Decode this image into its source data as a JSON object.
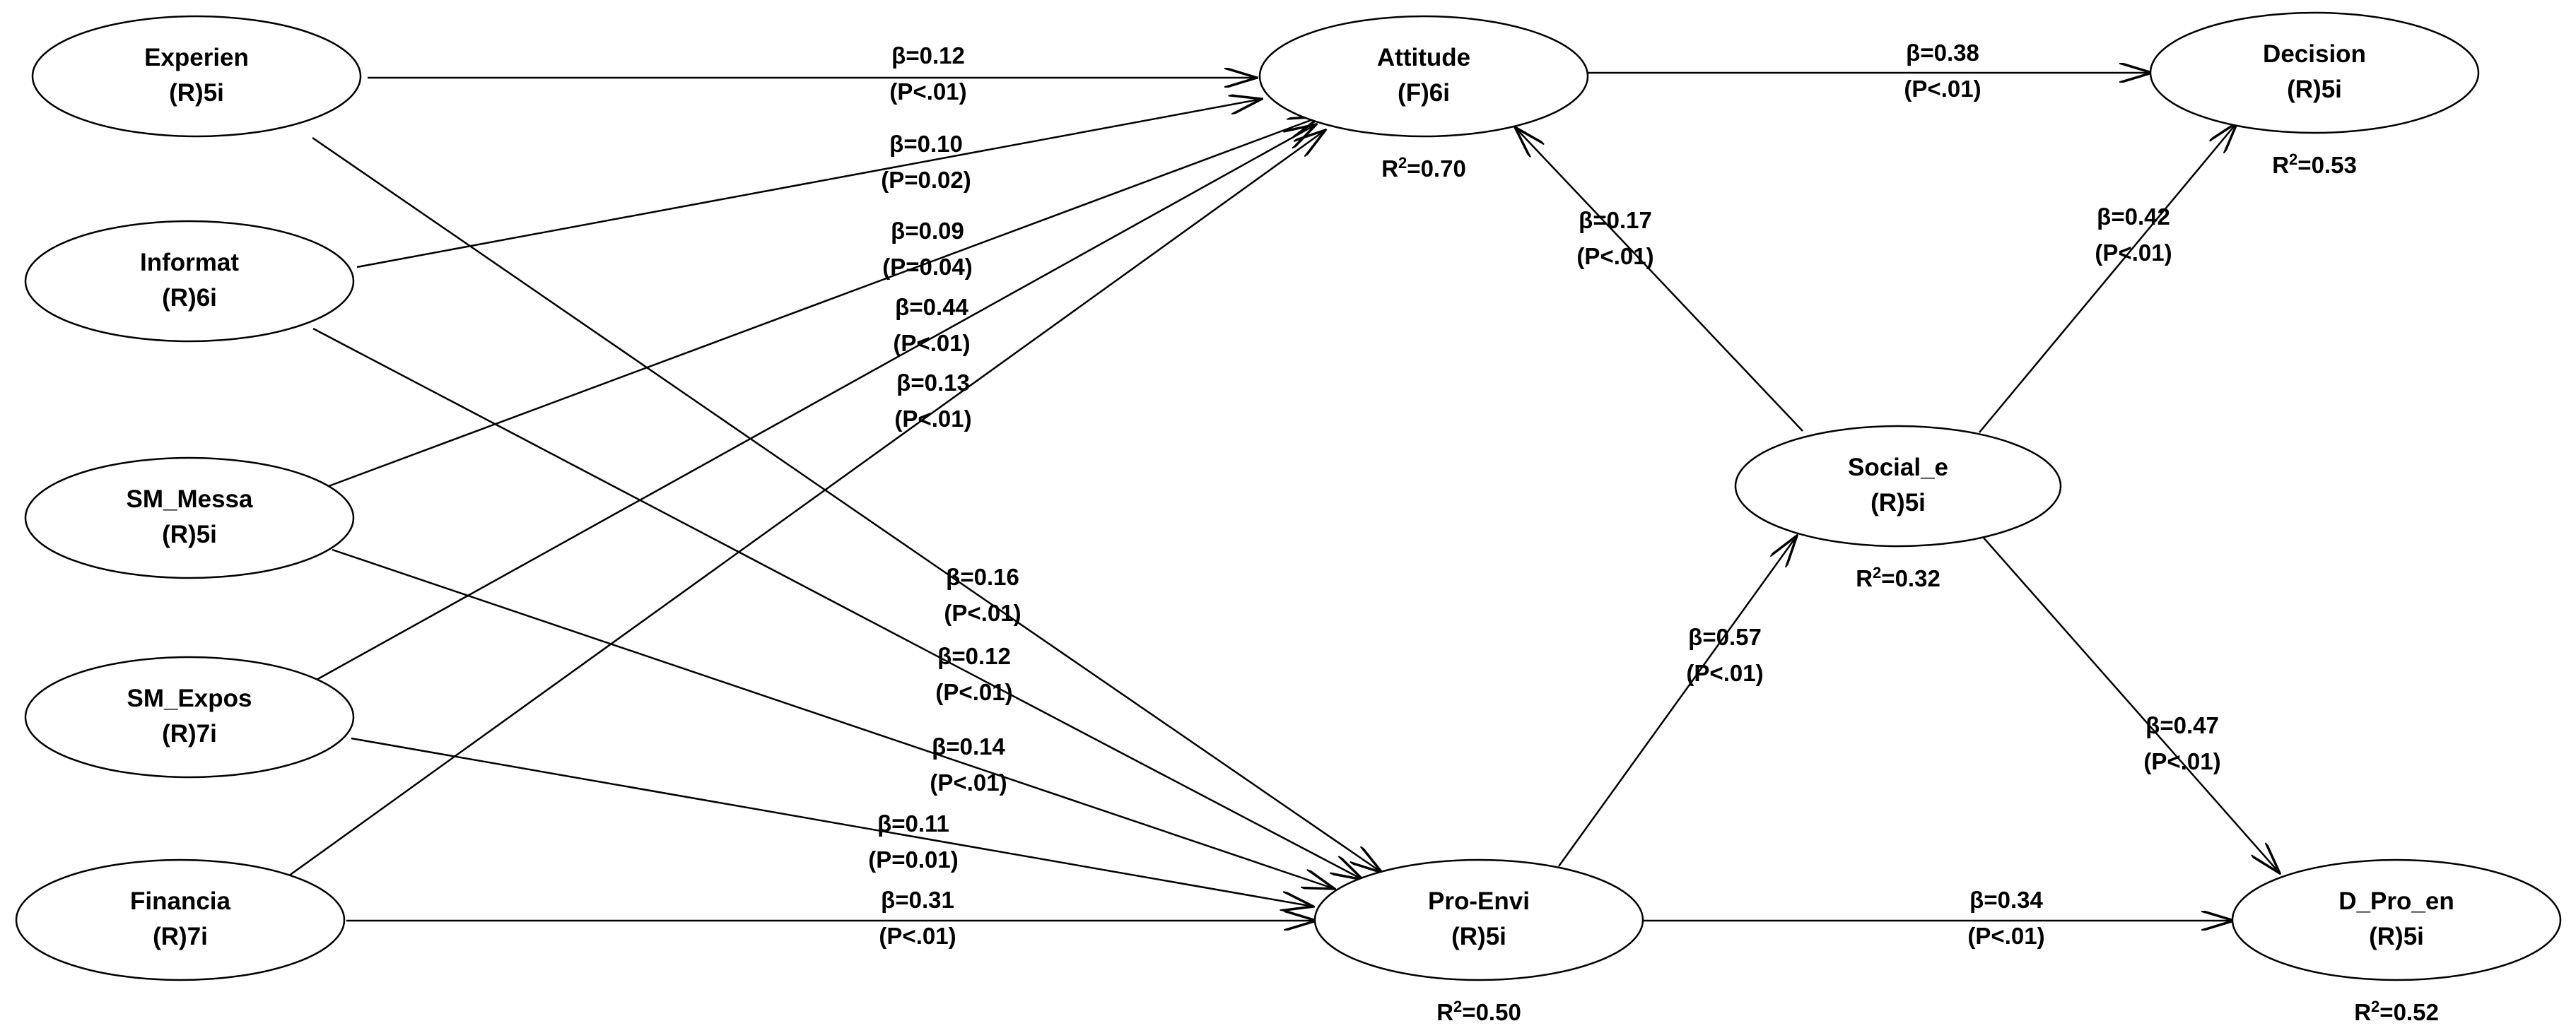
{
  "nodes": {
    "experien": {
      "name": "Experien",
      "type": "(R)5i"
    },
    "informat": {
      "name": "Informat",
      "type": "(R)6i"
    },
    "sm_messa": {
      "name": "SM_Messa",
      "type": "(R)5i"
    },
    "sm_expos": {
      "name": "SM_Expos",
      "type": "(R)7i"
    },
    "financia": {
      "name": "Financia",
      "type": "(R)7i"
    },
    "attitude": {
      "name": "Attitude",
      "type": "(F)6i",
      "r2": "0.70"
    },
    "pro_envi": {
      "name": "Pro-Envi",
      "type": "(R)5i",
      "r2": "0.50"
    },
    "social_e": {
      "name": "Social_e",
      "type": "(R)5i",
      "r2": "0.32"
    },
    "decision": {
      "name": "Decision",
      "type": "(R)5i",
      "r2": "0.53"
    },
    "d_pro_en": {
      "name": "D_Pro_en",
      "type": "(R)5i",
      "r2": "0.52"
    }
  },
  "paths": [
    {
      "from": "experien",
      "to": "attitude",
      "beta": "β=0.12",
      "p": "(P<.01)"
    },
    {
      "from": "informat",
      "to": "attitude",
      "beta": "β=0.10",
      "p": "(P=0.02)"
    },
    {
      "from": "sm_messa",
      "to": "attitude",
      "beta": "β=0.09",
      "p": "(P=0.04)"
    },
    {
      "from": "sm_expos",
      "to": "attitude",
      "beta": "β=0.44",
      "p": "(P<.01)"
    },
    {
      "from": "financia",
      "to": "attitude",
      "beta": "β=0.13",
      "p": "(P<.01)"
    },
    {
      "from": "experien",
      "to": "pro_envi",
      "beta": "β=0.16",
      "p": "(P<.01)"
    },
    {
      "from": "informat",
      "to": "pro_envi",
      "beta": "β=0.12",
      "p": "(P<.01)"
    },
    {
      "from": "sm_messa",
      "to": "pro_envi",
      "beta": "β=0.14",
      "p": "(P<.01)"
    },
    {
      "from": "sm_expos",
      "to": "pro_envi",
      "beta": "β=0.11",
      "p": "(P=0.01)"
    },
    {
      "from": "financia",
      "to": "pro_envi",
      "beta": "β=0.31",
      "p": "(P<.01)"
    },
    {
      "from": "attitude",
      "to": "decision",
      "beta": "β=0.38",
      "p": "(P<.01)"
    },
    {
      "from": "social_e",
      "to": "attitude",
      "beta": "β=0.17",
      "p": "(P<.01)"
    },
    {
      "from": "social_e",
      "to": "decision",
      "beta": "β=0.42",
      "p": "(P<.01)"
    },
    {
      "from": "pro_envi",
      "to": "social_e",
      "beta": "β=0.57",
      "p": "(P<.01)"
    },
    {
      "from": "social_e",
      "to": "d_pro_en",
      "beta": "β=0.47",
      "p": "(P<.01)"
    },
    {
      "from": "pro_envi",
      "to": "d_pro_en",
      "beta": "β=0.34",
      "p": "(P<.01)"
    }
  ]
}
